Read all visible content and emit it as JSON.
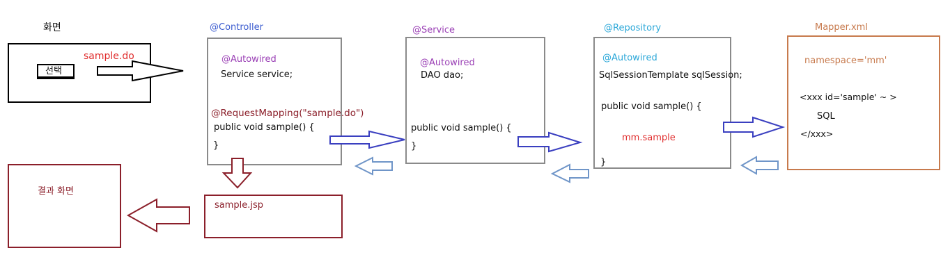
{
  "screen": {
    "title": "화면",
    "button_label": "선택",
    "request": "sample.do"
  },
  "controller": {
    "annotation": "@Controller",
    "autowired": "@Autowired",
    "field": "Service   service;",
    "mapping": "@RequestMapping(\"sample.do\")",
    "method": "public void sample() {",
    "close": "}"
  },
  "service": {
    "annotation": "@Service",
    "autowired": "@Autowired",
    "field": "DAO   dao;",
    "method": "public void sample() {",
    "close": "}"
  },
  "repository": {
    "annotation": "@Repository",
    "autowired": "@Autowired",
    "field": "SqlSessionTemplate sqlSession;",
    "method": "public void sample() {",
    "call": "mm.sample",
    "close": "}"
  },
  "mapper": {
    "title": "Mapper.xml",
    "namespace": "namespace='mm'",
    "open_tag": "<xxx   id='sample'  ~    >",
    "sql": "SQL",
    "close_tag": "</xxx>"
  },
  "jsp": {
    "name": "sample.jsp"
  },
  "result": {
    "label": "결과 화면"
  },
  "colors": {
    "blue_label": "#3a5bcf",
    "purple": "#9a3fb5",
    "cyan": "#2aa7d8",
    "red": "#e02d2d",
    "dark_red": "#8b1f2a",
    "brown": "#c77a4d",
    "arrow_blue": "#3a3fc0",
    "arrow_light": "#6f95c8"
  }
}
